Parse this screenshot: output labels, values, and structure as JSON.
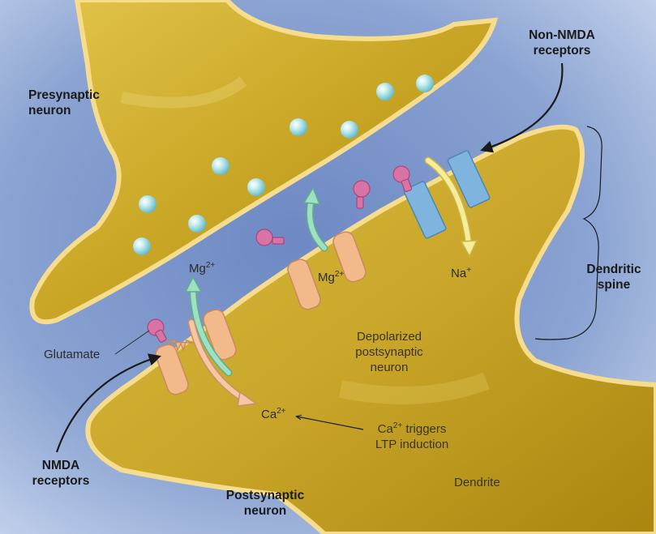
{
  "labels": {
    "presynaptic": [
      "Presynaptic",
      "neuron"
    ],
    "non_nmda": [
      "Non-NMDA",
      "receptors"
    ],
    "dendritic_spine": [
      "Dendritic",
      "spine"
    ],
    "mg_left": {
      "base": "Mg",
      "sup": "2+"
    },
    "mg_mid": {
      "base": "Mg",
      "sup": "2+"
    },
    "na": {
      "base": "Na",
      "sup": "+"
    },
    "glutamate": "Glutamate",
    "depolarized": [
      "Depolarized",
      "postsynaptic",
      "neuron"
    ],
    "ca": {
      "base": "Ca",
      "sup": "2+"
    },
    "ca_triggers": {
      "base": "Ca",
      "sup": "2+",
      "line1_rest": " triggers",
      "line2": "LTP induction"
    },
    "nmda": [
      "NMDA",
      "receptors"
    ],
    "postsynaptic": [
      "Postsynaptic",
      "neuron"
    ],
    "dendrite": "Dendrite"
  },
  "colors": {
    "background_blue": "#7d97c9",
    "neuron_yellow": "#c9a625",
    "membrane": "#f5d98a",
    "nmda_receptor": "#f2b98a",
    "non_nmda_receptor": "#7eb4de",
    "glutamate": "#d873a5",
    "vesicle": "#a8dde0",
    "mg_arrow": "#8fd6b8",
    "na_arrow": "#f7ec9a",
    "ca_arrow": "#f5c7a4"
  }
}
